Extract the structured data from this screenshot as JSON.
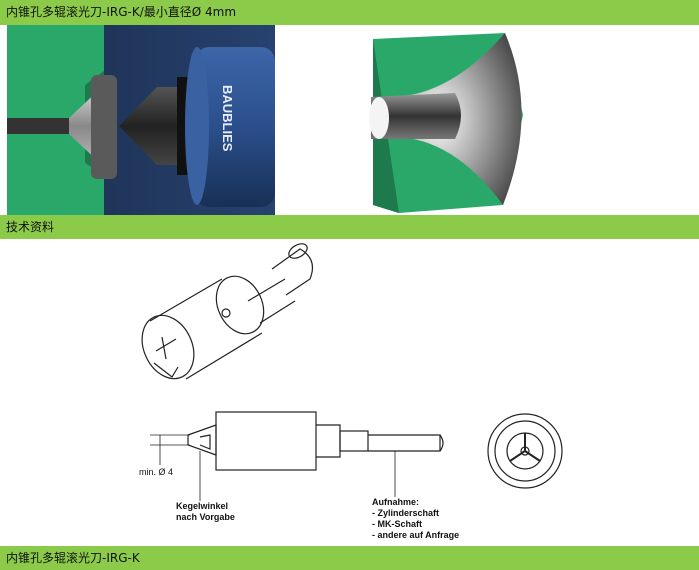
{
  "header": {
    "title": "内锥孔多辊滚光刀-IRG-K/最小直径Ø 4mm"
  },
  "section": {
    "tech_label": "技术资料"
  },
  "footer": {
    "title": "内锥孔多辊滚光刀-IRG-K"
  },
  "photo_left": {
    "brand": "BAUBLIES"
  },
  "drawing": {
    "min_diameter": "min. Ø 4",
    "angle_label_1": "Kegelwinkel",
    "angle_label_2": "nach Vorgabe",
    "mount_title": "Aufnahme:",
    "mount_items": [
      "- Zylinderschaft",
      "- MK-Schaft",
      "- andere auf Anfrage"
    ]
  },
  "colors": {
    "green_bar": "#8ccb4a",
    "workpiece_green": "#2aa86a",
    "tool_blue": "#2b4f8c"
  }
}
